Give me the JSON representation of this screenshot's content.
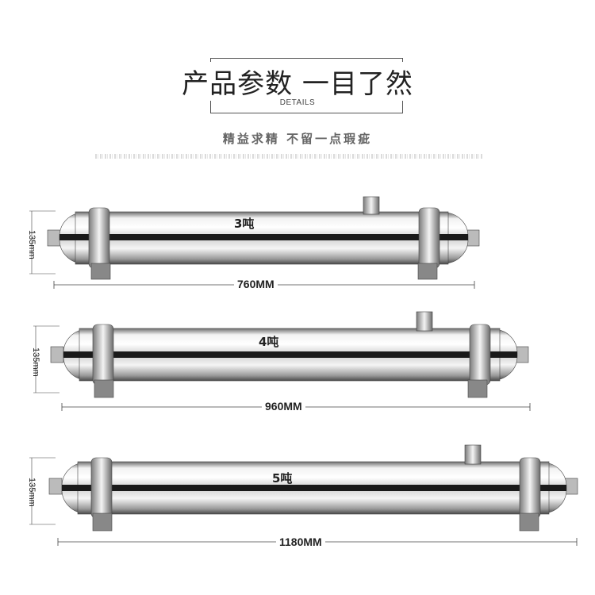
{
  "header": {
    "title": "产品参数 一目了然",
    "subtitle": "DETAILS",
    "slogan": "精益求精 不留一点瑕疵"
  },
  "products": [
    {
      "capacity": "3吨",
      "length": "760MM",
      "diameter": "135mm"
    },
    {
      "capacity": "4吨",
      "length": "960MM",
      "diameter": "135mm"
    },
    {
      "capacity": "5吨",
      "length": "1180MM",
      "diameter": "135mm"
    }
  ]
}
